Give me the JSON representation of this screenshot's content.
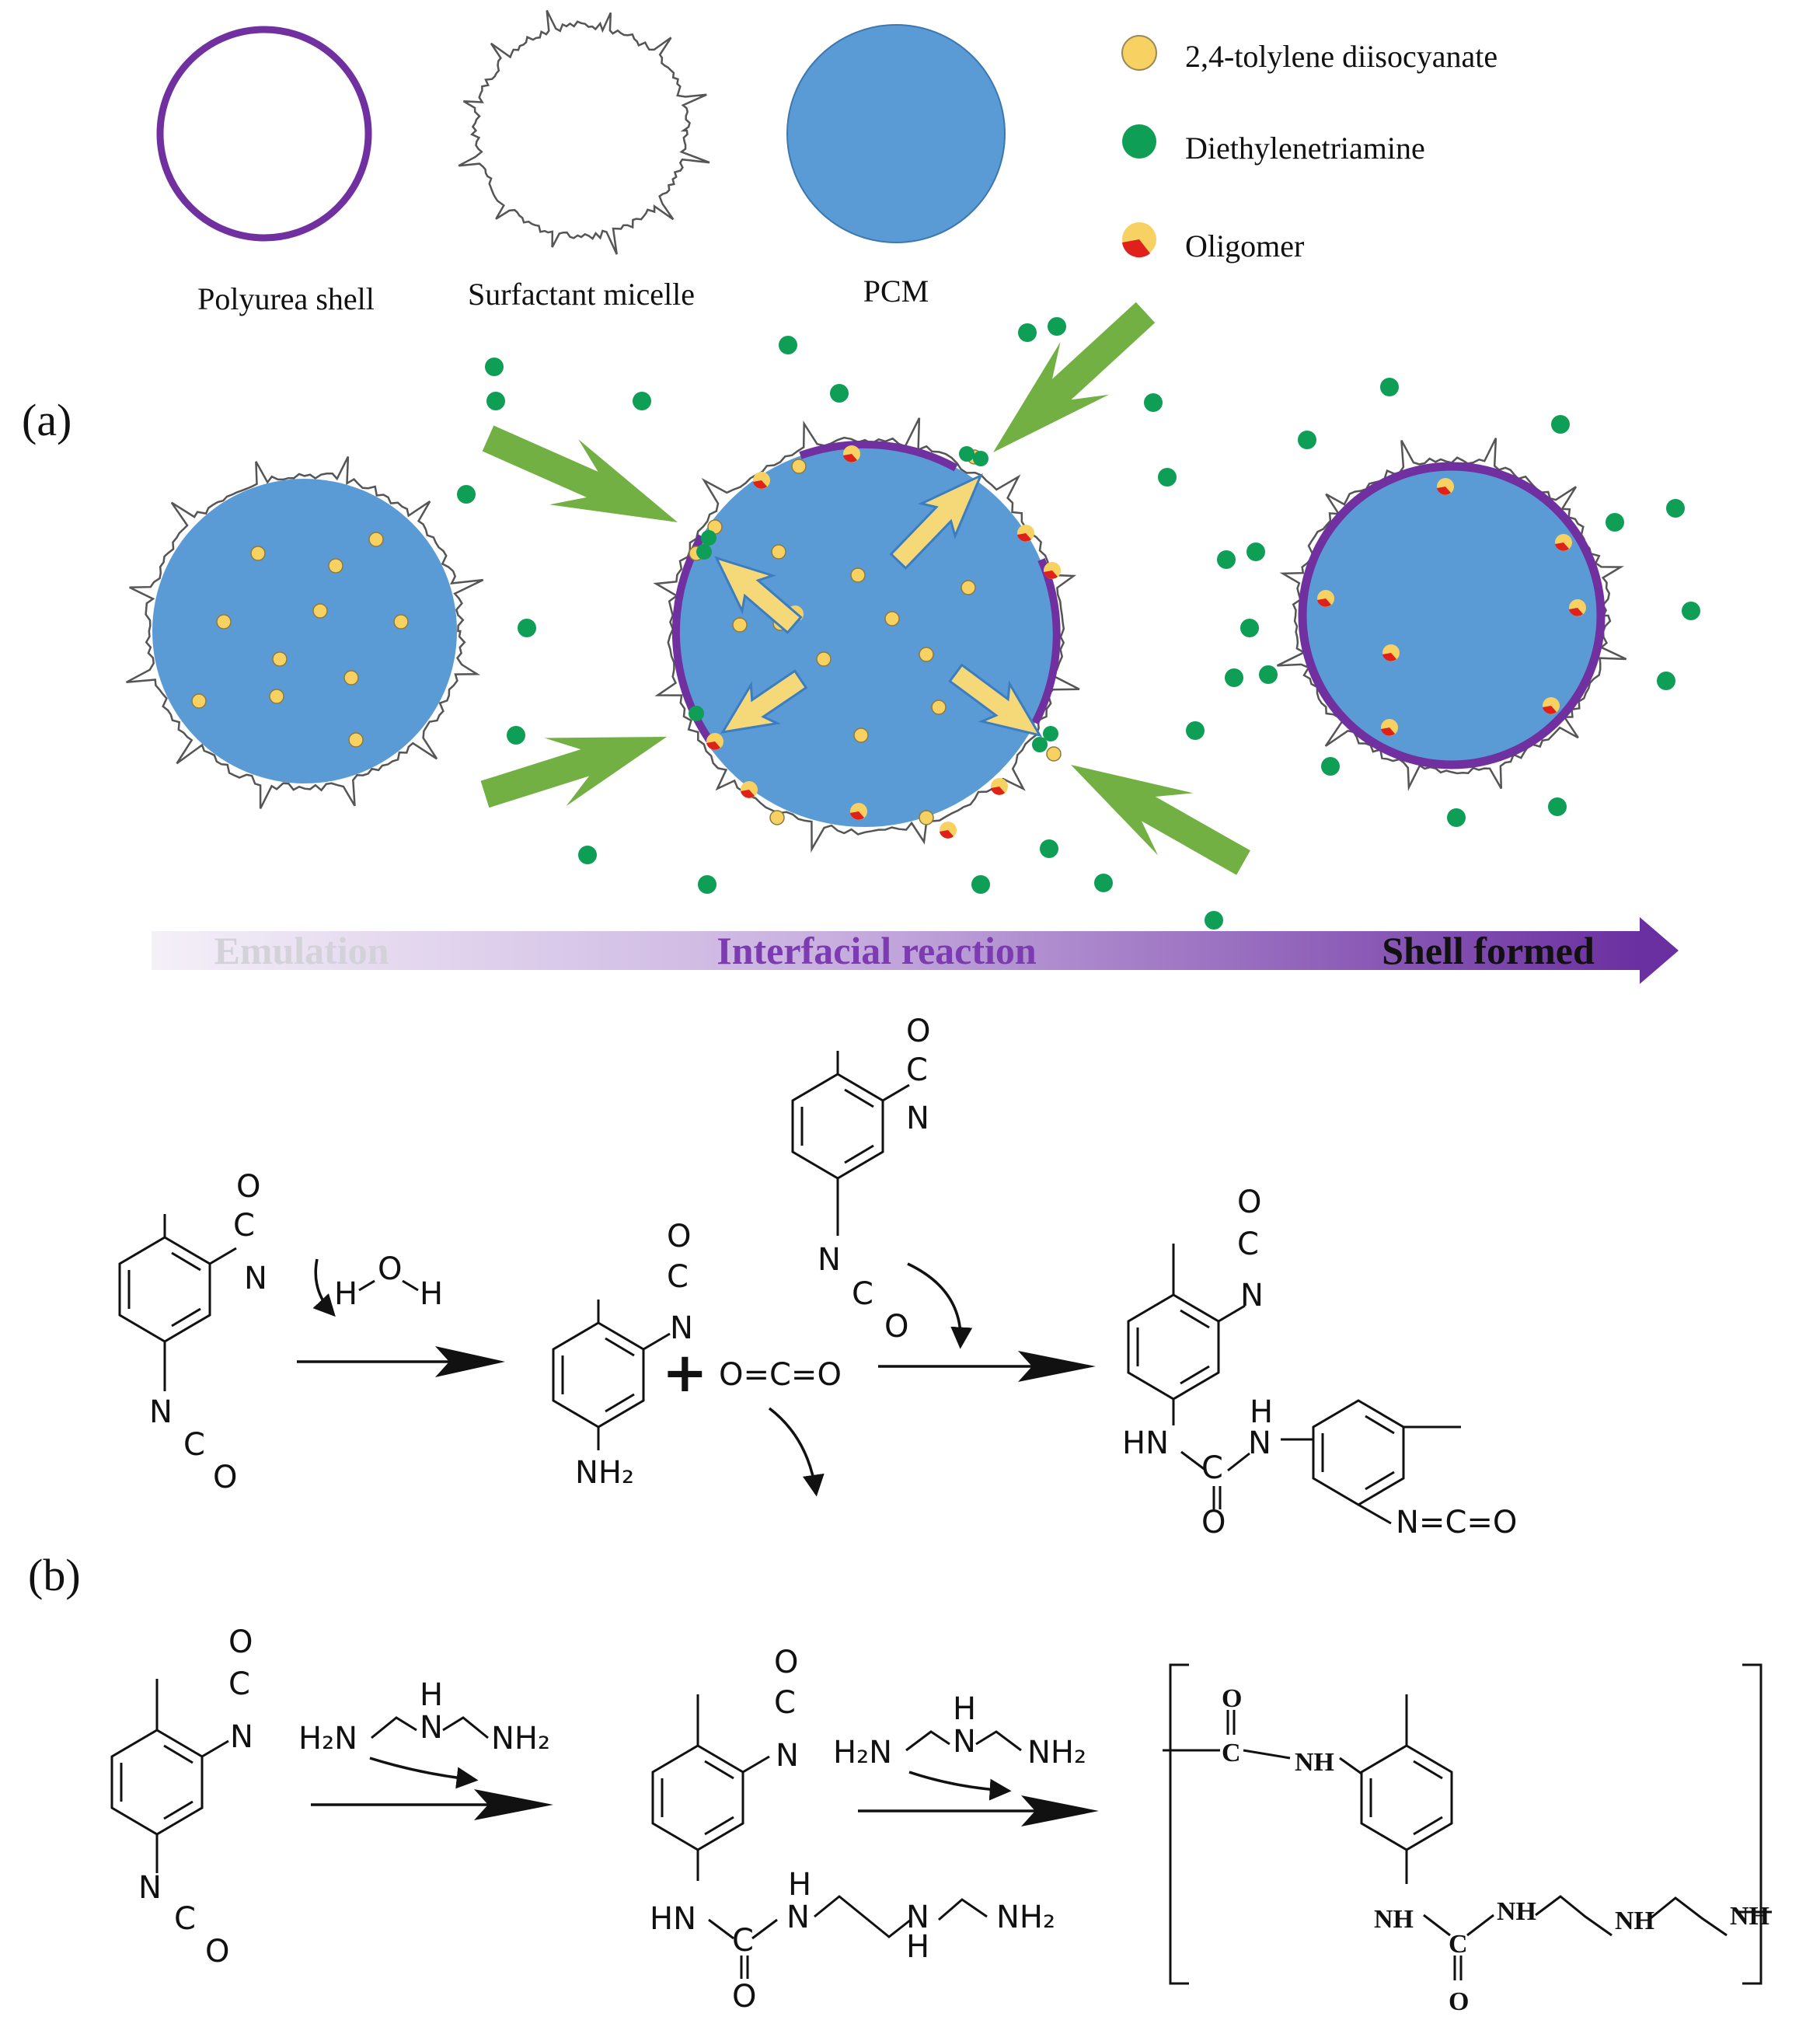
{
  "panels": {
    "a": "(a)",
    "b": "(b)"
  },
  "legend": {
    "shell_label": "Polyurea shell",
    "micelle_label": "Surfactant micelle",
    "pcm_label": "PCM",
    "tdi_label": "2,4-tolylene diisocyanate",
    "deta_label": "Diethylenetriamine",
    "oligomer_label": "Oligomer"
  },
  "stages": {
    "emulation": "Emulation",
    "interfacial": "Interfacial reaction",
    "shell": "Shell formed"
  },
  "chem": {
    "O": "O",
    "C": "C",
    "N": "N",
    "H": "H",
    "NH2": "NH₂",
    "H2N": "H₂N",
    "HN": "HN",
    "NH": "NH",
    "NCO_inline": "N=C=O",
    "CO2": "O=C=O",
    "plus": "+"
  },
  "colors": {
    "pcm": "#5b9bd5",
    "shell": "#7030a0",
    "tdi": "#f7d162",
    "deta": "#0e9e55",
    "arrow_green": "#72b043",
    "arrow_yellow": "#f5d878",
    "oligomer_red": "#e0201b"
  }
}
